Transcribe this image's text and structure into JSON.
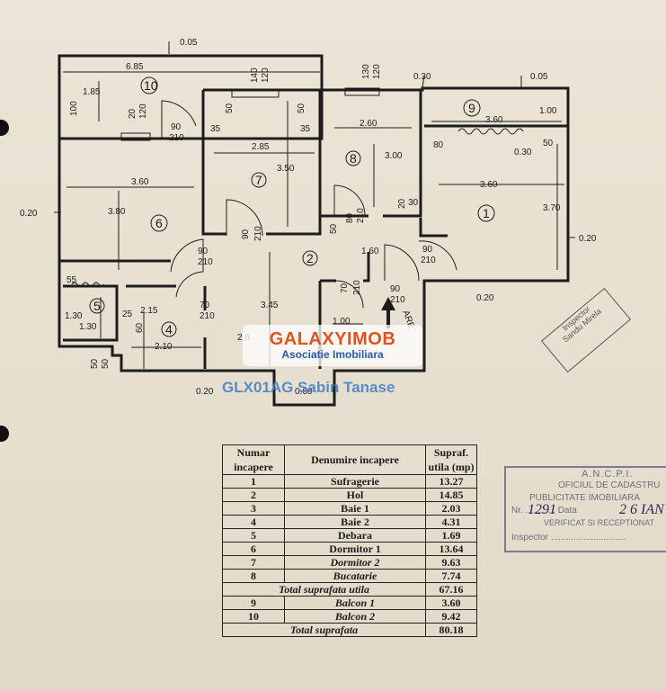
{
  "dimensions": {
    "d_0_05_top": "0.05",
    "d_6_85": "6.85",
    "d_1_85": "1.85",
    "d_100": "100",
    "d_20": "20",
    "d_120_a": "120",
    "d_90_a": "90",
    "d_210_a": "210",
    "d_140": "140",
    "d_120_b": "120",
    "d_50_a": "50",
    "d_35_a": "35",
    "d_50_b": "50",
    "d_35_b": "35",
    "d_2_85": "2.85",
    "d_3_50": "3.50",
    "d_130": "130",
    "d_120_c": "120",
    "d_0_30_top": "0.30",
    "d_0_05_right": "0.05",
    "d_2_60_k": "2.60",
    "d_3_00": "3.00",
    "d_1_00_r": "1.00",
    "d_3_60_b9": "3.60",
    "d_80_a": "80",
    "d_50_c": "50",
    "d_0_30_r": "0.30",
    "d_3_60_l": "3.60",
    "d_3_80": "3.80",
    "d_0_20_left": "0.20",
    "d_20_b": "20",
    "d_30": "30",
    "d_3_60_r": "3.60",
    "d_3_70": "3.70",
    "d_0_20_right": "0.20",
    "d_80_b": "80",
    "d_210_b": "210",
    "d_50_d": "50",
    "d_90_b": "90",
    "d_210_c": "210",
    "d_90_c": "90",
    "d_210_d": "210",
    "d_1_60": "1.60",
    "d_90_d": "90",
    "d_210_e": "210",
    "d_0_20_bottom_r": "0.20",
    "d_55": "55",
    "d_1_30_a": "1.30",
    "d_1_30_b": "1.30",
    "d_25": "25",
    "d_2_15": "2.15",
    "d_60": "60",
    "d_70_a": "70",
    "d_210_f": "210",
    "d_3_45": "3.45",
    "d_70_b": "70",
    "d_210_g": "210",
    "d_90_e": "90",
    "d_210_h": "210",
    "d_1_00_h": "1.00",
    "d_2_10": "2.10",
    "d_2_60_h": "2.6",
    "d_50_e": "50",
    "d_50_f": "50",
    "d_0_20_bottom": "0.20",
    "d_0_60": "0.60"
  },
  "rooms": {
    "r1": "1",
    "r2": "2",
    "r4": "4",
    "r5": "5",
    "r6": "6",
    "r7": "7",
    "r8": "8",
    "r9": "9",
    "r10": "10"
  },
  "entrance_label": "ARE",
  "watermark": {
    "logo": "GALAXYIMOB",
    "subtitle": "Asociatie Imobiliara",
    "agent": "GLX01AG Sabin Tanase"
  },
  "table": {
    "headers": [
      "Numar incapere",
      "Denumire incapere",
      "Supraf. utila (mp)"
    ],
    "rows": [
      {
        "num": "1",
        "name": "Sufragerie",
        "area": "13.27"
      },
      {
        "num": "2",
        "name": "Hol",
        "area": "14.85"
      },
      {
        "num": "3",
        "name": "Baie 1",
        "area": "2.03"
      },
      {
        "num": "4",
        "name": "Baie 2",
        "area": "4.31"
      },
      {
        "num": "5",
        "name": "Debara",
        "area": "1.69"
      },
      {
        "num": "6",
        "name": "Dormitor 1",
        "area": "13.64"
      },
      {
        "num": "7",
        "name": "Dormitor 2",
        "area": "9.63"
      },
      {
        "num": "8",
        "name": "Bucatarie",
        "area": "7.74"
      }
    ],
    "total_util_label": "Total suprafata utila",
    "total_util_value": "67.16",
    "balcony_rows": [
      {
        "num": "9",
        "name": "Balcon 1",
        "area": "3.60"
      },
      {
        "num": "10",
        "name": "Balcon 2",
        "area": "9.42"
      }
    ],
    "total_label": "Total suprafata",
    "total_value": "80.18"
  },
  "stamp": {
    "line1": "A.N.C.P.I.",
    "line2": "OFICIUL DE CADASTRU",
    "line3": "PUBLICITATE IMOBILIARA",
    "line4": "Nr.",
    "hand_nr": "1291",
    "line4b": "Data",
    "hand_date": "2 6 IAN",
    "line5": "VERIFICAT SI RECEPTIONAT",
    "line6": "Inspector"
  },
  "inspector_stamp": {
    "line1": "Inspector",
    "line2": "Sandu Mirela"
  }
}
